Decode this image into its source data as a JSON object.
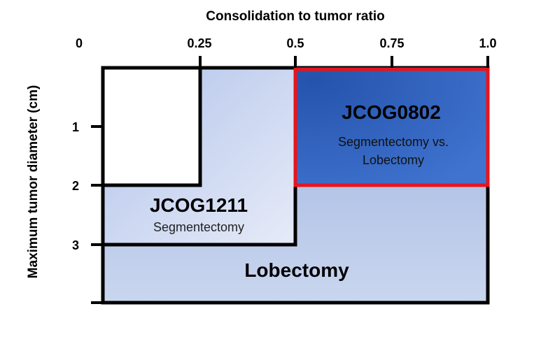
{
  "diagram": {
    "x_axis": {
      "title": "Consolidation to tumor ratio",
      "ticks": [
        "0",
        "0.25",
        "0.5",
        "0.75",
        "1.0"
      ]
    },
    "y_axis": {
      "title": "Maximum tumor diameter (cm)",
      "ticks": [
        "1",
        "2",
        "3"
      ]
    },
    "regions": {
      "jcog0802": {
        "title": "JCOG0802",
        "subtitle_line1": "Segmentectomy vs.",
        "subtitle_line2": "Lobectomy",
        "fill_color": "#3a6ec8",
        "border_color": "#e8141c"
      },
      "jcog1211": {
        "title": "JCOG1211",
        "subtitle": "Segmentectomy"
      },
      "lobectomy": {
        "title": "Lobectomy"
      }
    }
  }
}
